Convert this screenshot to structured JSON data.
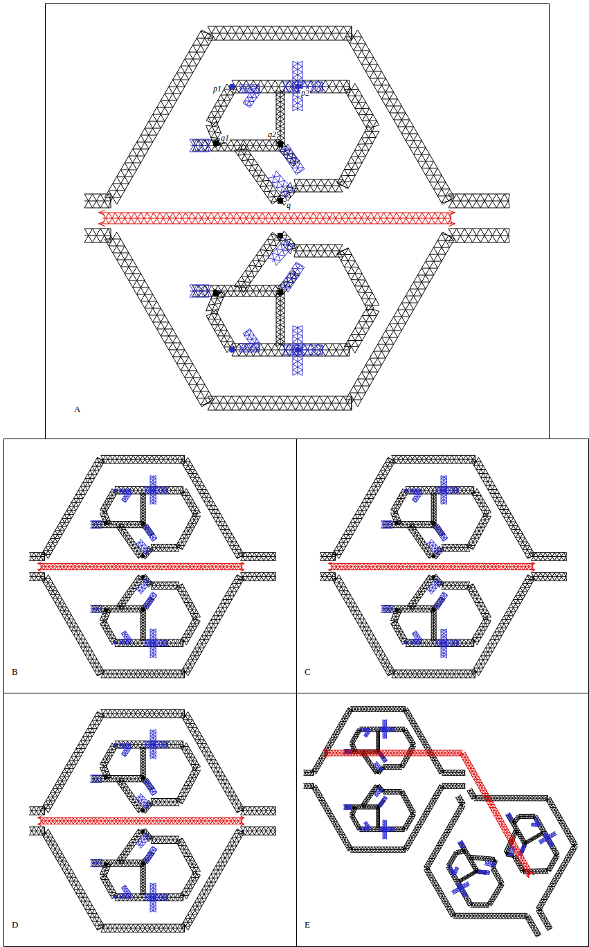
{
  "diagram": {
    "labels": [
      "p1",
      "p2",
      "q1",
      "q2",
      "q",
      "A",
      "B",
      "C",
      "D",
      "E"
    ]
  }
}
